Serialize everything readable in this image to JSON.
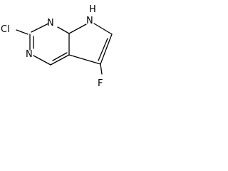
{
  "molecule": {
    "atoms": {
      "chlorine": "Cl",
      "ring_nitrogen_1": "N",
      "ring_nitrogen_3": "N",
      "pyrrole_nh": "H",
      "pyrrole_n": "N",
      "fluorine": "F"
    },
    "colors": {
      "bond": "#000000",
      "label": "#000000",
      "background": "#ffffff"
    }
  }
}
